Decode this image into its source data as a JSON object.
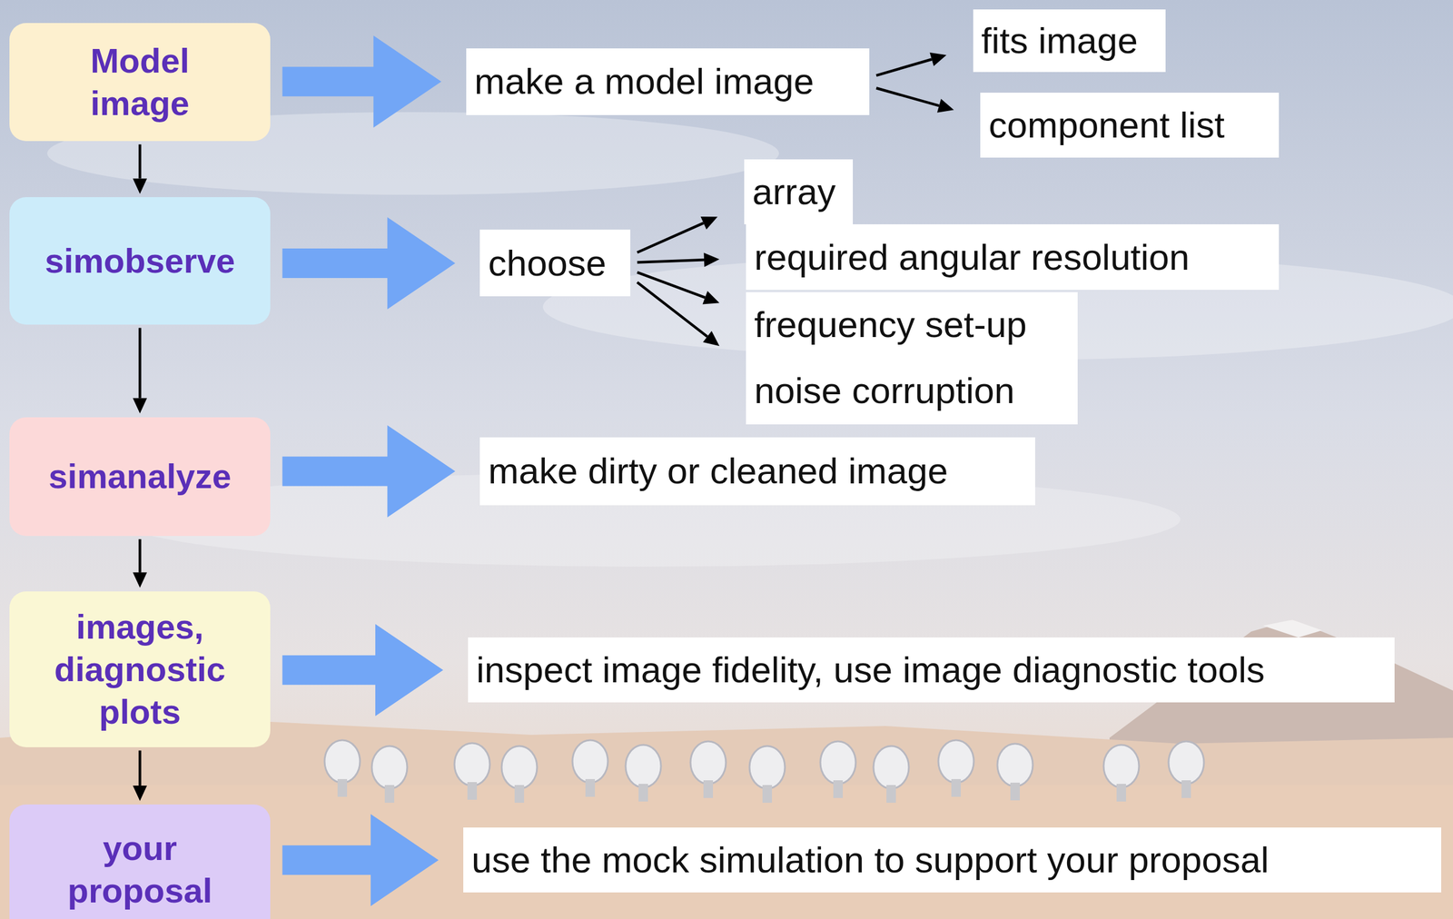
{
  "diagram": {
    "nodes": [
      {
        "text": [
          "Model image"
        ]
      },
      {
        "text": [
          "make a model image"
        ]
      },
      {
        "text": [
          "fits image"
        ]
      },
      {
        "text": [
          "component list"
        ]
      },
      {
        "text": [
          "simobserve"
        ]
      },
      {
        "text": [
          "choose"
        ]
      },
      {
        "text": [
          "array"
        ]
      },
      {
        "text": [
          "required angular resolution"
        ]
      },
      {
        "text": [
          "frequency set-up"
        ]
      },
      {
        "text": [
          "noise corruption"
        ]
      },
      {
        "text": [
          "simanalyze"
        ]
      },
      {
        "text": [
          "make dirty or cleaned image"
        ]
      },
      {
        "text": [
          "images, diagnostic plots"
        ]
      },
      {
        "text": [
          "inspect image fidelity, use image diagnostic tools"
        ]
      },
      {
        "text": [
          "your proposal"
        ]
      },
      {
        "text": [
          "use the mock simulation to support your proposal"
        ]
      }
    ],
    "edges": [
      {
        "from": 0,
        "to": 1,
        "arrow": "to"
      },
      {
        "from": 1,
        "to": 2,
        "arrow": "to"
      },
      {
        "from": 1,
        "to": 3,
        "arrow": "to"
      },
      {
        "from": 0,
        "to": 4,
        "arrow": "to"
      },
      {
        "from": 4,
        "to": 5,
        "arrow": "to"
      },
      {
        "from": 5,
        "to": 6,
        "arrow": "to"
      },
      {
        "from": 5,
        "to": 7,
        "arrow": "to"
      },
      {
        "from": 5,
        "to": 8,
        "arrow": "to"
      },
      {
        "from": 5,
        "to": 9,
        "arrow": "to"
      },
      {
        "from": 4,
        "to": 10,
        "arrow": "to"
      },
      {
        "from": 10,
        "to": 11,
        "arrow": "to"
      },
      {
        "from": 10,
        "to": 12,
        "arrow": "to"
      },
      {
        "from": 12,
        "to": 13,
        "arrow": "to"
      },
      {
        "from": 12,
        "to": 14,
        "arrow": "to"
      },
      {
        "from": 14,
        "to": 15,
        "arrow": "to"
      }
    ]
  }
}
